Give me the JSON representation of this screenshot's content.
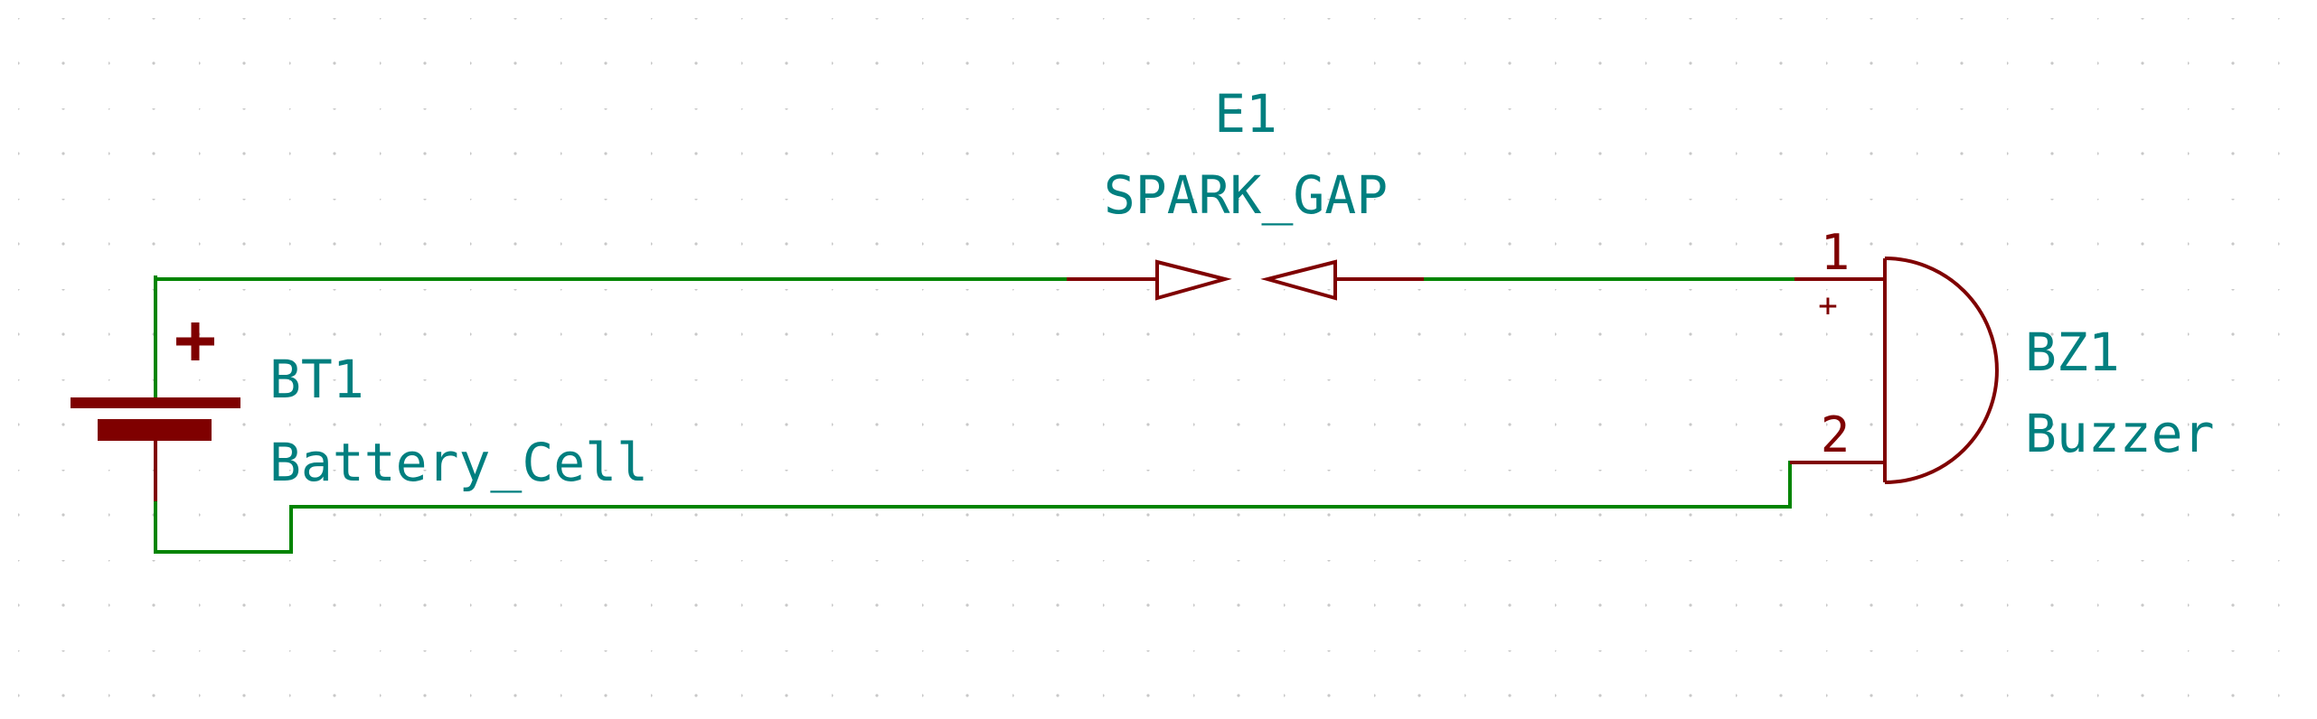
{
  "schematic": {
    "components": {
      "battery": {
        "ref": "BT1",
        "value": "Battery_Cell",
        "polarity_mark": "+"
      },
      "spark_gap": {
        "ref": "E1",
        "value": "SPARK_GAP"
      },
      "buzzer": {
        "ref": "BZ1",
        "value": "Buzzer",
        "pin1": "1",
        "pin2": "2",
        "polarity_mark": "+"
      }
    },
    "colors": {
      "wire": "#008400",
      "symbol": "#7f0000",
      "text": "#007f7f",
      "grid_dot": "#c8c8c8",
      "background": "#ffffff"
    }
  }
}
